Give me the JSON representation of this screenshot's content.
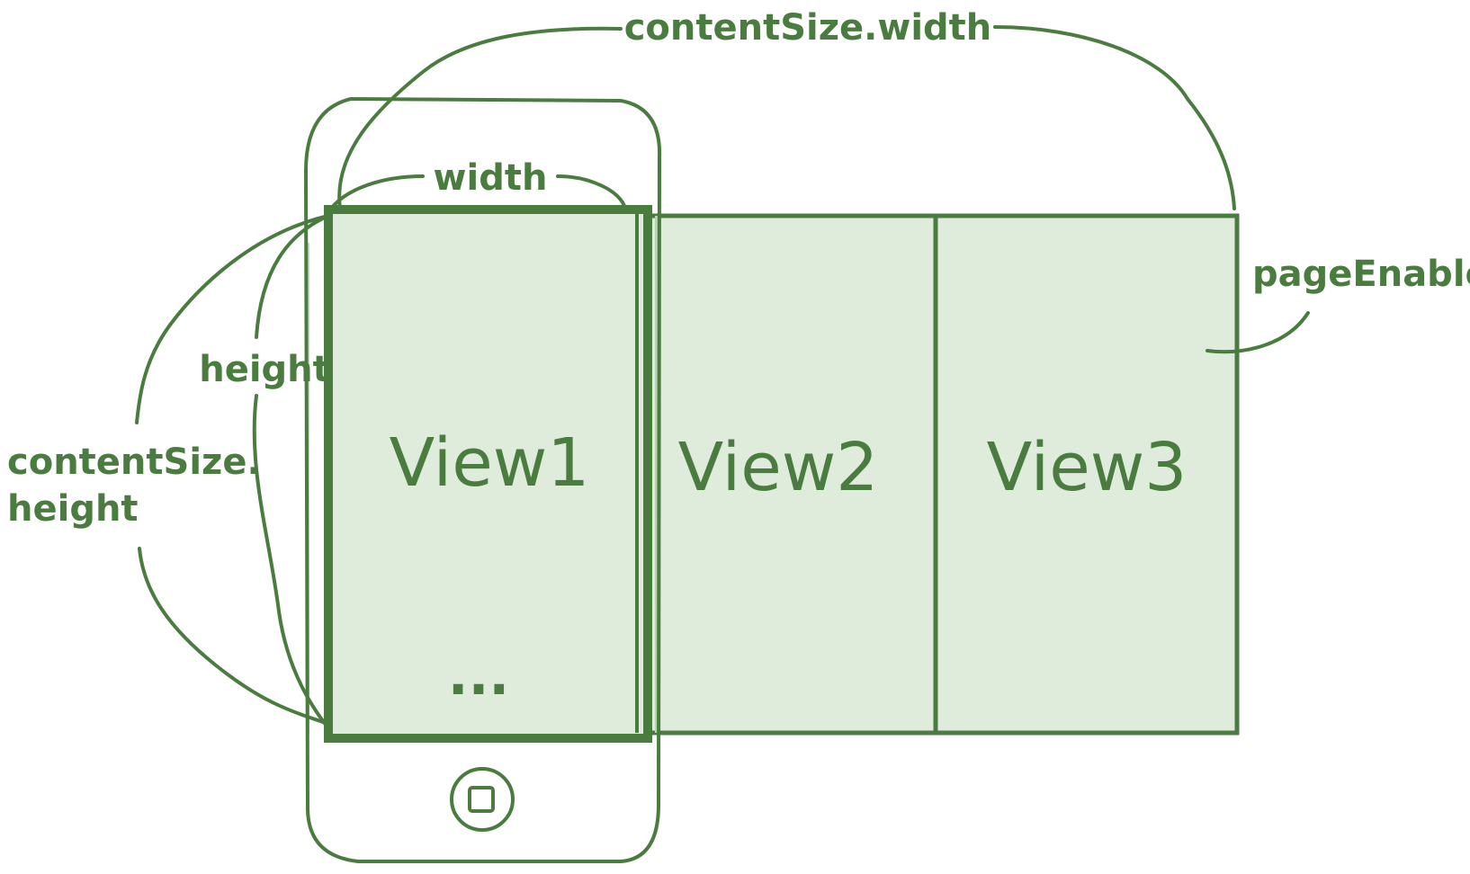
{
  "diagram": {
    "labels": {
      "content_width": "contentSize.width",
      "width": "width",
      "height": "height",
      "content_height_line1": "contentSize.",
      "content_height_line2": "height",
      "page_enable": "pageEnable"
    },
    "pages": [
      {
        "label": "View1",
        "extra": "..."
      },
      {
        "label": "View2"
      },
      {
        "label": "View3"
      }
    ],
    "colors": {
      "stroke": "#4a7c3f",
      "fill": "#dfecdc",
      "text": "#4a7c3f"
    }
  }
}
